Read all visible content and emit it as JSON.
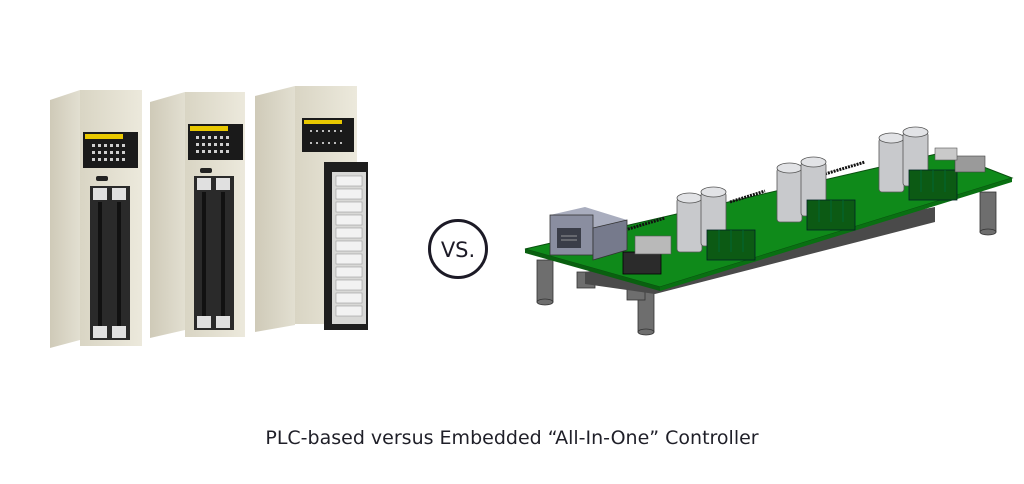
{
  "comparison": {
    "left_item": {
      "label": "PLC-based",
      "illustration": "plc-modules-image",
      "module_count": 3
    },
    "separator": {
      "label": "VS."
    },
    "right_item": {
      "label": "Embedded All-In-One Controller",
      "illustration": "embedded-controller-board-image"
    }
  },
  "caption": "PLC-based versus Embedded “All-In-One” Controller",
  "colors": {
    "background": "#ffffff",
    "text": "#1f1f28",
    "plc_body": "#e4e1d3",
    "plc_display": "#1a1a1a",
    "plc_label_yellow": "#e8c800",
    "pcb_green": "#0f8a1a",
    "capacitor": "#c8c9cc",
    "terminal_block": "#0c5a14",
    "rj45": "#8a8ea0",
    "standoff": "#707070"
  }
}
